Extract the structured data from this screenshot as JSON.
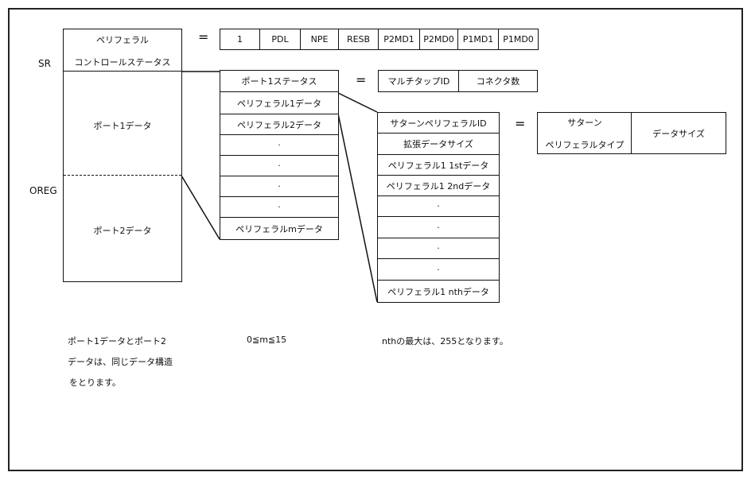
{
  "left": {
    "sr_label": "SR",
    "oreg_label": "OREG",
    "sr_line1": "ペリフェラル",
    "sr_line2": "コントロールステータス",
    "port1": "ポート1データ",
    "port2": "ポート2データ"
  },
  "equals": "=",
  "sr_bits": [
    "1",
    "PDL",
    "NPE",
    "RESB",
    "P2MD1",
    "P2MD0",
    "P1MD1",
    "P1MD0"
  ],
  "port_column": [
    "ポート1ステータス",
    "ペリフェラル1データ",
    "ペリフェラル2データ",
    "·",
    "·",
    "·",
    "·",
    "ペリフェラルmデータ"
  ],
  "status_fields": [
    "マルチタップID",
    "コネクタ数"
  ],
  "peripheral_column": [
    "サターンペリフェラルID",
    "拡張データサイズ",
    "ペリフェラル1 1stデータ",
    "ペリフェラル1 2ndデータ",
    "·",
    "·",
    "·",
    "·",
    "ペリフェラル1 nthデータ"
  ],
  "id_fields": {
    "type_line1": "サターン",
    "type_line2": "ペリフェラルタイプ",
    "size": "データサイズ"
  },
  "notes": {
    "port_line1": "ポート1データとポート2",
    "port_line2": "データは、同じデータ構造",
    "port_line3": "をとります。",
    "m_range": "0≦m≦15",
    "nth_max": "nthの最大は、255となります。"
  }
}
